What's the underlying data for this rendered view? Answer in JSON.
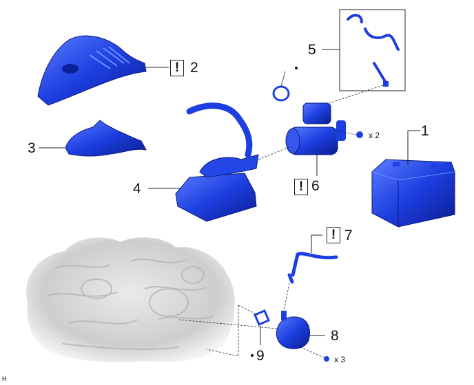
{
  "callouts": [
    {
      "id": "1",
      "label": "1"
    },
    {
      "id": "2",
      "label": "2"
    },
    {
      "id": "3",
      "label": "3"
    },
    {
      "id": "4",
      "label": "4"
    },
    {
      "id": "5",
      "label": "5"
    },
    {
      "id": "6",
      "label": "6"
    },
    {
      "id": "7",
      "label": "7"
    },
    {
      "id": "8",
      "label": "8"
    },
    {
      "id": "9",
      "label": "9"
    }
  ],
  "warning_symbol": "!",
  "quantities": {
    "bolt_starter": "x 2",
    "bolt_pump": "x 3"
  },
  "corner_mark": "H",
  "colors": {
    "part": "#1d3fe0",
    "part_dark": "#0c1f9a",
    "part_light": "#4f6ff5",
    "engine": "#d2d2d2",
    "line": "#222222"
  },
  "icons": {
    "warning": "caution-icon",
    "non_reusable": "bullet-dot-icon"
  }
}
